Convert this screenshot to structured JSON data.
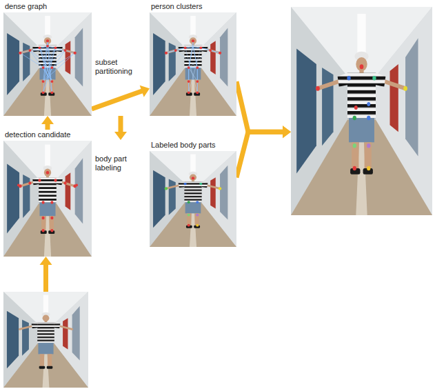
{
  "diagram": {
    "nodes": [
      {
        "text": [
          "dense graph"
        ]
      },
      {
        "text": [
          "person clusters"
        ]
      },
      {
        "text": [
          "detection candidate"
        ]
      },
      {
        "text": [
          "Labeled body parts"
        ]
      },
      {
        "text": []
      },
      {
        "text": []
      }
    ],
    "edges": [
      {
        "from": 5,
        "to": 2,
        "arrow": "to"
      },
      {
        "from": 2,
        "to": 0,
        "arrow": "to"
      },
      {
        "from": 0,
        "to": 1,
        "label": "subset partitioning",
        "arrow": "to"
      },
      {
        "from": 0,
        "to": 3,
        "label": "body part labeling",
        "arrow": "to"
      },
      {
        "from": 1,
        "to": 4,
        "arrow": "to"
      },
      {
        "from": 3,
        "to": 4,
        "arrow": "to"
      }
    ]
  }
}
